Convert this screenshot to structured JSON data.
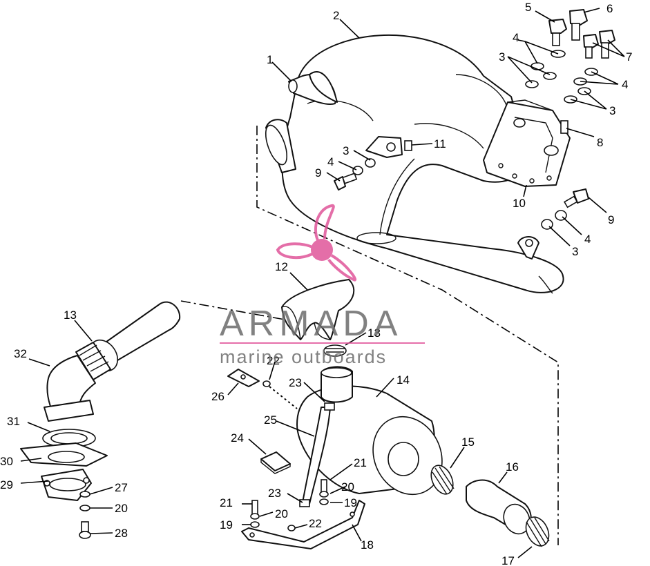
{
  "diagram": {
    "labels": {
      "p1": "1",
      "p2": "2",
      "p3a": "3",
      "p3b": "3",
      "p3c": "3",
      "p3d": "3",
      "p4a": "4",
      "p4b": "4",
      "p4c": "4",
      "p4d": "4",
      "p5": "5",
      "p6": "6",
      "p7": "7",
      "p8": "8",
      "p9a": "9",
      "p9b": "9",
      "p10": "10",
      "p11": "11",
      "p12": "12",
      "p13a": "13",
      "p13b": "13",
      "p14": "14",
      "p15": "15",
      "p16": "16",
      "p17": "17",
      "p18": "18",
      "p19a": "19",
      "p19b": "19",
      "p20a": "20",
      "p20b": "20",
      "p20c": "20",
      "p21a": "21",
      "p21b": "21",
      "p22a": "22",
      "p22b": "22",
      "p23a": "23",
      "p23b": "23",
      "p24": "24",
      "p25": "25",
      "p26": "26",
      "p27": "27",
      "p28": "28",
      "p29": "29",
      "p30": "30",
      "p31": "31",
      "p32": "32"
    }
  },
  "watermark": {
    "brand": "ARMADA",
    "tagline": "marine outboards",
    "colors": {
      "pink": "#e0559a",
      "gray": "#6b6b6b"
    }
  }
}
